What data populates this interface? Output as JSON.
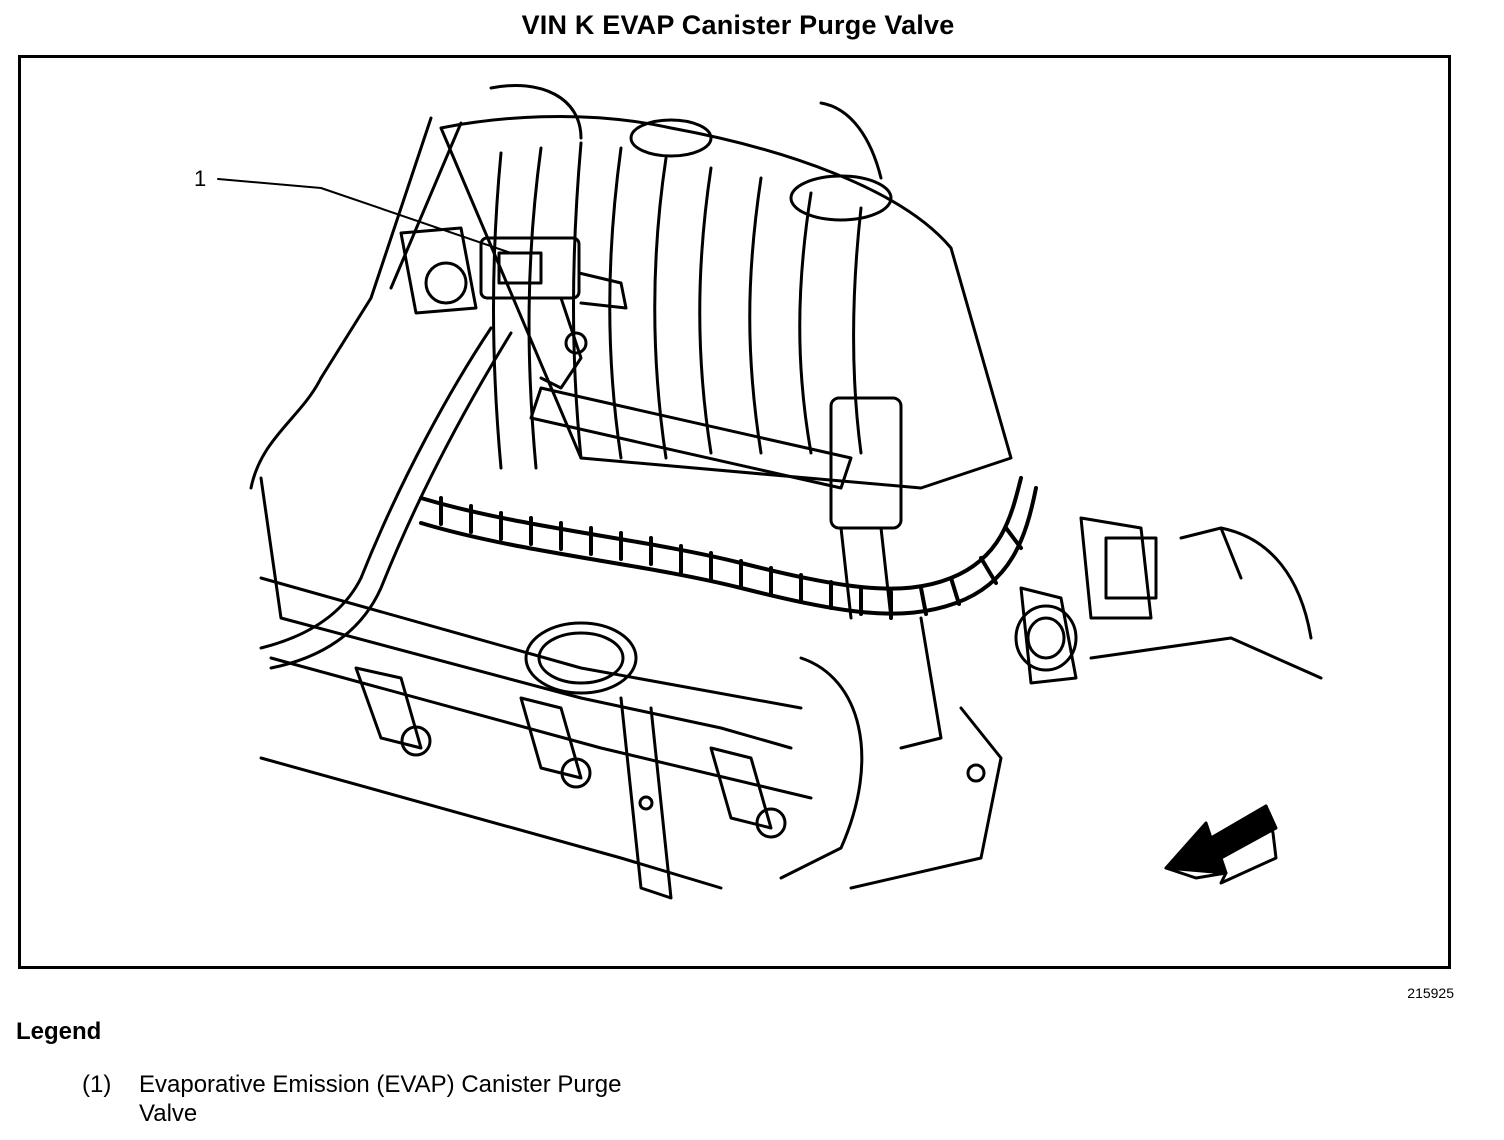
{
  "title": "VIN K EVAP Canister Purge Valve",
  "figure_id": "215925",
  "callout_label": "1",
  "legend": {
    "heading": "Legend",
    "items": [
      {
        "number": "(1)",
        "text": "Evaporative Emission (EVAP) Canister Purge Valve"
      }
    ]
  }
}
